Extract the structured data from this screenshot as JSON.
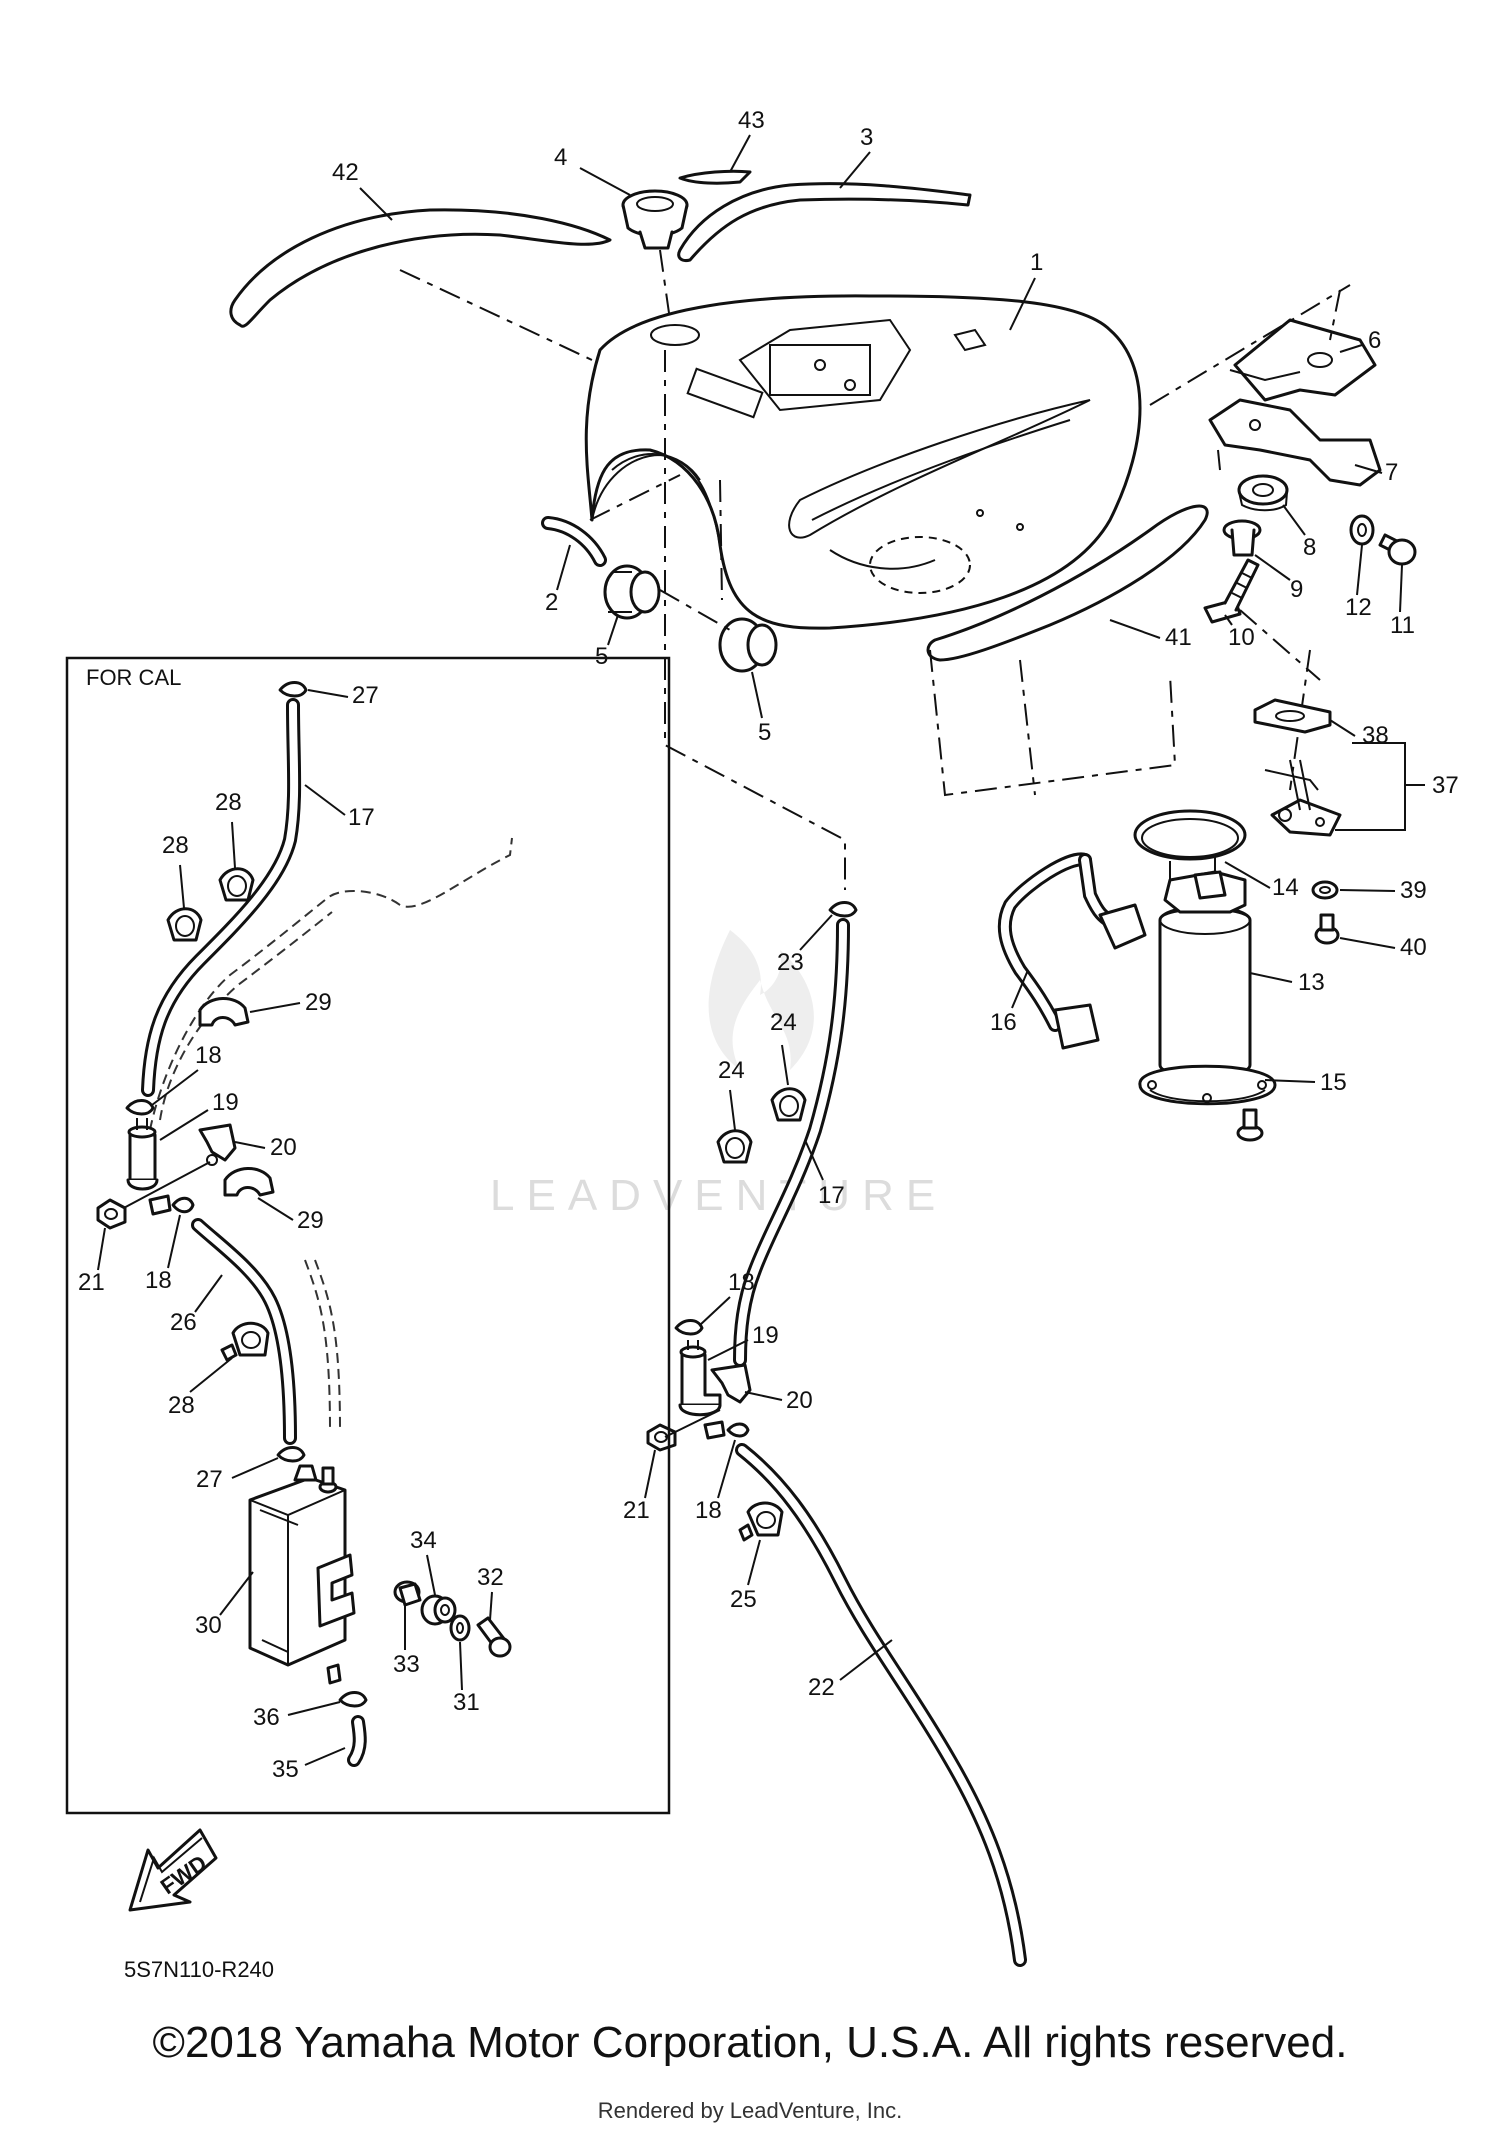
{
  "inset_label": "FOR CAL",
  "diagram_code": "5S7N110-R240",
  "fwd_label": "FWD",
  "watermark": "LEADVENTURE",
  "copyright": "©2018 Yamaha Motor Corporation, U.S.A. All rights reserved.",
  "rendered_by": "Rendered by LeadVenture, Inc.",
  "callouts": {
    "c1": "1",
    "c2": "2",
    "c3": "3",
    "c4": "4",
    "c5a": "5",
    "c5b": "5",
    "c6": "6",
    "c7": "7",
    "c8": "8",
    "c9": "9",
    "c10": "10",
    "c11": "11",
    "c12": "12",
    "c13": "13",
    "c14": "14",
    "c15": "15",
    "c16": "16",
    "c17a": "17",
    "c17b": "17",
    "c18a": "18",
    "c18b": "18",
    "c18c": "18",
    "c18d": "18",
    "c19a": "19",
    "c19b": "19",
    "c20a": "20",
    "c20b": "20",
    "c21a": "21",
    "c21b": "21",
    "c22": "22",
    "c23": "23",
    "c24a": "24",
    "c24b": "24",
    "c25": "25",
    "c26": "26",
    "c27a": "27",
    "c27b": "27",
    "c28a": "28",
    "c28b": "28",
    "c28c": "28",
    "c29a": "29",
    "c29b": "29",
    "c30": "30",
    "c31": "31",
    "c32": "32",
    "c33": "33",
    "c34": "34",
    "c35": "35",
    "c36": "36",
    "c37": "37",
    "c38": "38",
    "c39": "39",
    "c40": "40",
    "c41": "41",
    "c42": "42",
    "c43": "43"
  }
}
